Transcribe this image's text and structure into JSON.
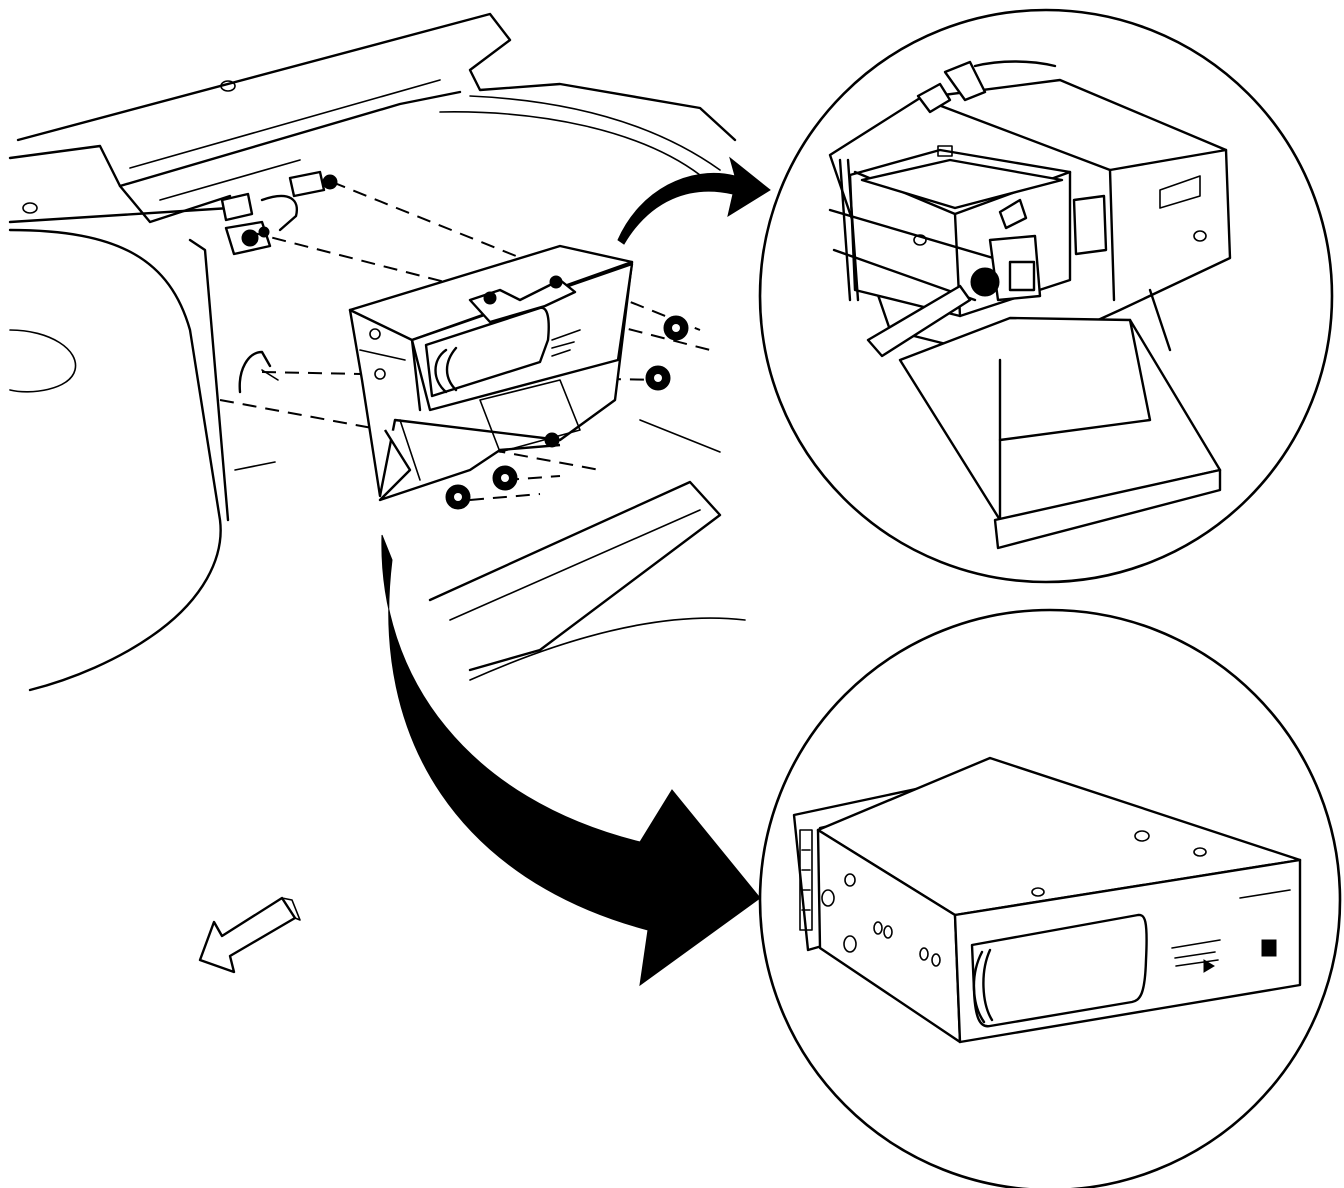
{
  "diagram": {
    "parts": [
      {
        "name": "instrument-panel"
      },
      {
        "name": "compartment-assembly"
      },
      {
        "name": "mounting-nut"
      },
      {
        "name": "detail-view-bracket"
      },
      {
        "name": "detail-view-unit"
      }
    ],
    "arrows": [
      "to-upper-detail",
      "to-lower-detail",
      "vehicle-front-indicator"
    ],
    "colors": {
      "line": "#000000",
      "fill": "#ffffff"
    }
  }
}
